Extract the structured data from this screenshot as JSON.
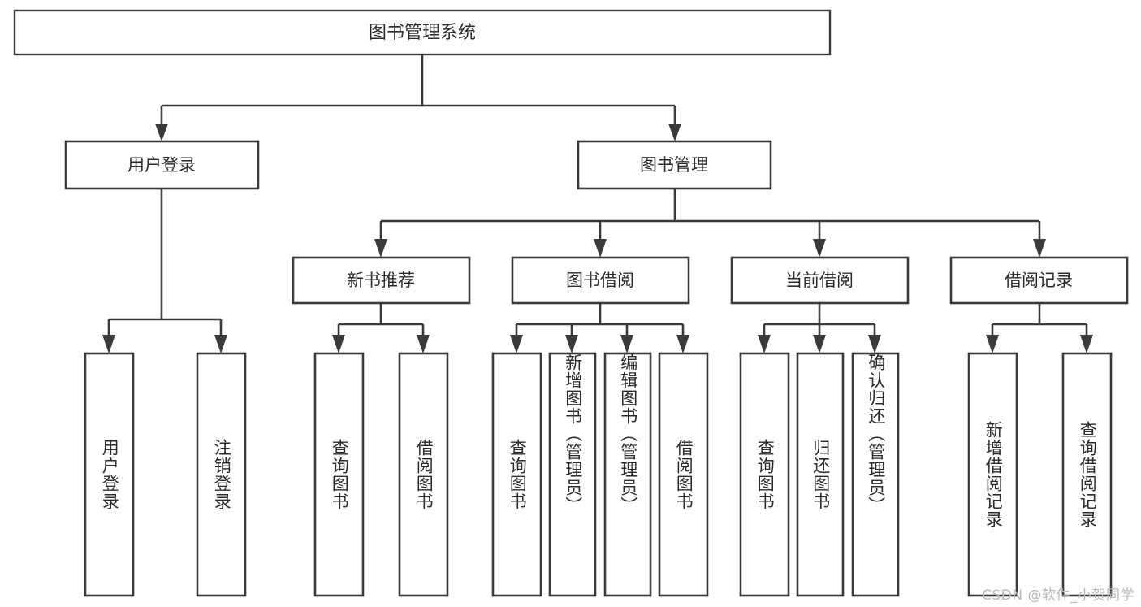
{
  "diagram": {
    "type": "tree-hierarchy",
    "title": "图书管理系统",
    "watermark": "CSDN @软件_小贺同学",
    "colors": {
      "stroke": "#3a3a3a",
      "box_fill": "#ffffff",
      "text": "#2b2b2b",
      "background": "#ffffff",
      "watermark": "#b9b9b9"
    },
    "root": {
      "id": "root",
      "label": "图书管理系统"
    },
    "level2": [
      {
        "id": "user-login",
        "label": "用户登录"
      },
      {
        "id": "book-management",
        "label": "图书管理"
      }
    ],
    "level3": [
      {
        "id": "new-book-recommend",
        "label": "新书推荐",
        "parent": "book-management"
      },
      {
        "id": "book-borrow",
        "label": "图书借阅",
        "parent": "book-management"
      },
      {
        "id": "current-borrow",
        "label": "当前借阅",
        "parent": "book-management"
      },
      {
        "id": "borrow-record",
        "label": "借阅记录",
        "parent": "book-management"
      }
    ],
    "leaves": [
      {
        "id": "leaf-user-login",
        "label": "用户登录",
        "parent": "user-login"
      },
      {
        "id": "leaf-logout",
        "label": "注销登录",
        "parent": "user-login"
      },
      {
        "id": "leaf-query-book-1",
        "label": "查询图书",
        "parent": "new-book-recommend"
      },
      {
        "id": "leaf-borrow-book-1",
        "label": "借阅图书",
        "parent": "new-book-recommend"
      },
      {
        "id": "leaf-query-book-2",
        "label": "查询图书",
        "parent": "book-borrow"
      },
      {
        "id": "leaf-add-book",
        "label": "新增图书（管理员）",
        "parent": "book-borrow"
      },
      {
        "id": "leaf-edit-book",
        "label": "编辑图书（管理员）",
        "parent": "book-borrow"
      },
      {
        "id": "leaf-borrow-book-2",
        "label": "借阅图书",
        "parent": "book-borrow"
      },
      {
        "id": "leaf-query-book-3",
        "label": "查询图书",
        "parent": "current-borrow"
      },
      {
        "id": "leaf-return-book",
        "label": "归还图书",
        "parent": "current-borrow"
      },
      {
        "id": "leaf-confirm-return",
        "label": "确认归还（管理员）",
        "parent": "current-borrow"
      },
      {
        "id": "leaf-add-record",
        "label": "新增借阅记录",
        "parent": "borrow-record"
      },
      {
        "id": "leaf-query-record",
        "label": "查询借阅记录",
        "parent": "borrow-record"
      }
    ]
  }
}
